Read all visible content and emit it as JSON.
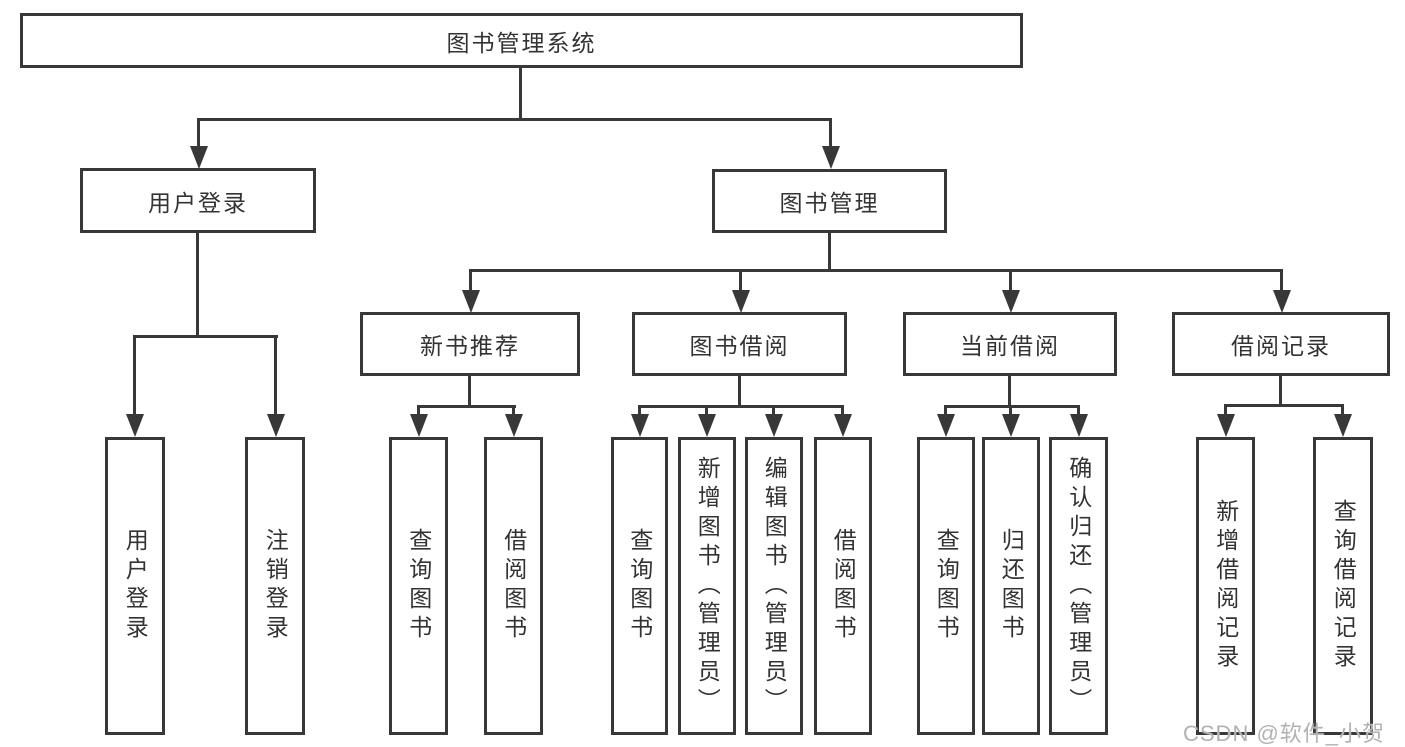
{
  "colors": {
    "background": "#ffffff",
    "line": "#383838",
    "box_border": "#383838",
    "text": "#333333",
    "watermark": "#b2b2b2"
  },
  "tree": {
    "root": "图书管理系统",
    "branches": [
      {
        "label": "用户登录",
        "children": [
          "用户登录",
          "注销登录"
        ]
      },
      {
        "label": "图书管理",
        "children": [
          {
            "label": "新书推荐",
            "children": [
              "查询图书",
              "借阅图书"
            ]
          },
          {
            "label": "图书借阅",
            "children": [
              "查询图书",
              "新增图书（管理员）",
              "编辑图书（管理员）",
              "借阅图书"
            ]
          },
          {
            "label": "当前借阅",
            "children": [
              "查询图书",
              "归还图书",
              "确认归还（管理员）"
            ]
          },
          {
            "label": "借阅记录",
            "children": [
              "新增借阅记录",
              "查询借阅记录"
            ]
          }
        ]
      }
    ]
  },
  "watermark": {
    "text": "CSDN @软件_小贺同学"
  }
}
